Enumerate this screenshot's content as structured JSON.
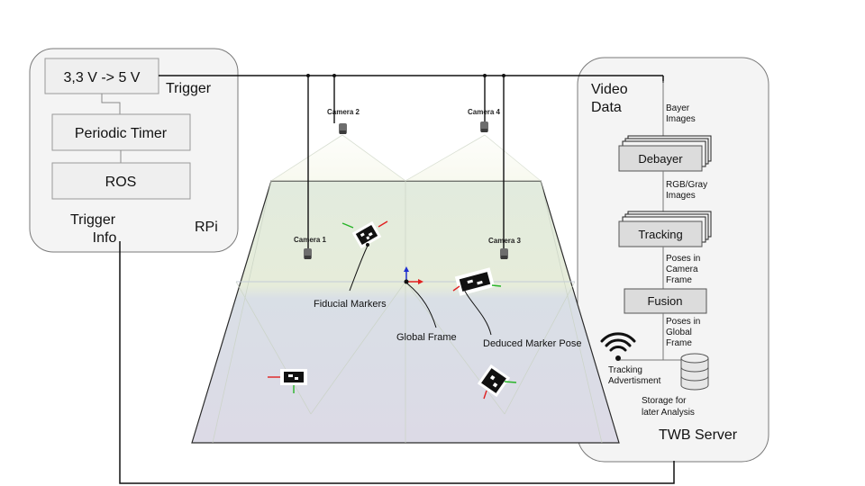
{
  "rpi": {
    "title": "RPi",
    "level_shifter": "3,3 V -> 5 V",
    "trigger_label": "Trigger",
    "timer": "Periodic Timer",
    "ros": "ROS",
    "trigger_info_line1": "Trigger",
    "trigger_info_line2": "Info"
  },
  "arena": {
    "cameras": [
      "Camera 1",
      "Camera 2",
      "Camera 3",
      "Camera 4"
    ],
    "fiducial_label": "Fiducial Markers",
    "global_frame_label": "Global Frame",
    "deduced_pose_label": "Deduced Marker Pose"
  },
  "server": {
    "title": "TWB Server",
    "video_line1": "Video",
    "video_line2": "Data",
    "bayer": [
      "Bayer",
      "Images"
    ],
    "debayer": "Debayer",
    "rgb": [
      "RGB/Gray",
      "Images"
    ],
    "tracking": "Tracking",
    "poses_camera": [
      "Poses in",
      "Camera",
      "Frame"
    ],
    "fusion": "Fusion",
    "poses_global": [
      "Poses in",
      "Global",
      "Frame"
    ],
    "advertisement": [
      "Tracking",
      "Advertisment"
    ],
    "storage": [
      "Storage for",
      "later Analysis"
    ]
  },
  "colors": {
    "box_fill": "#efefef",
    "box_stroke": "#9e9e9e",
    "panel_fill": "#f3f3f3",
    "floor_top": "#dfe7dd",
    "floor_bottom": "#d6d6e6",
    "axis_red": "#e02020",
    "axis_green": "#28b428",
    "axis_blue": "#2030d0"
  },
  "icons": [
    "wifi-icon",
    "database-icon",
    "camera-icon"
  ]
}
